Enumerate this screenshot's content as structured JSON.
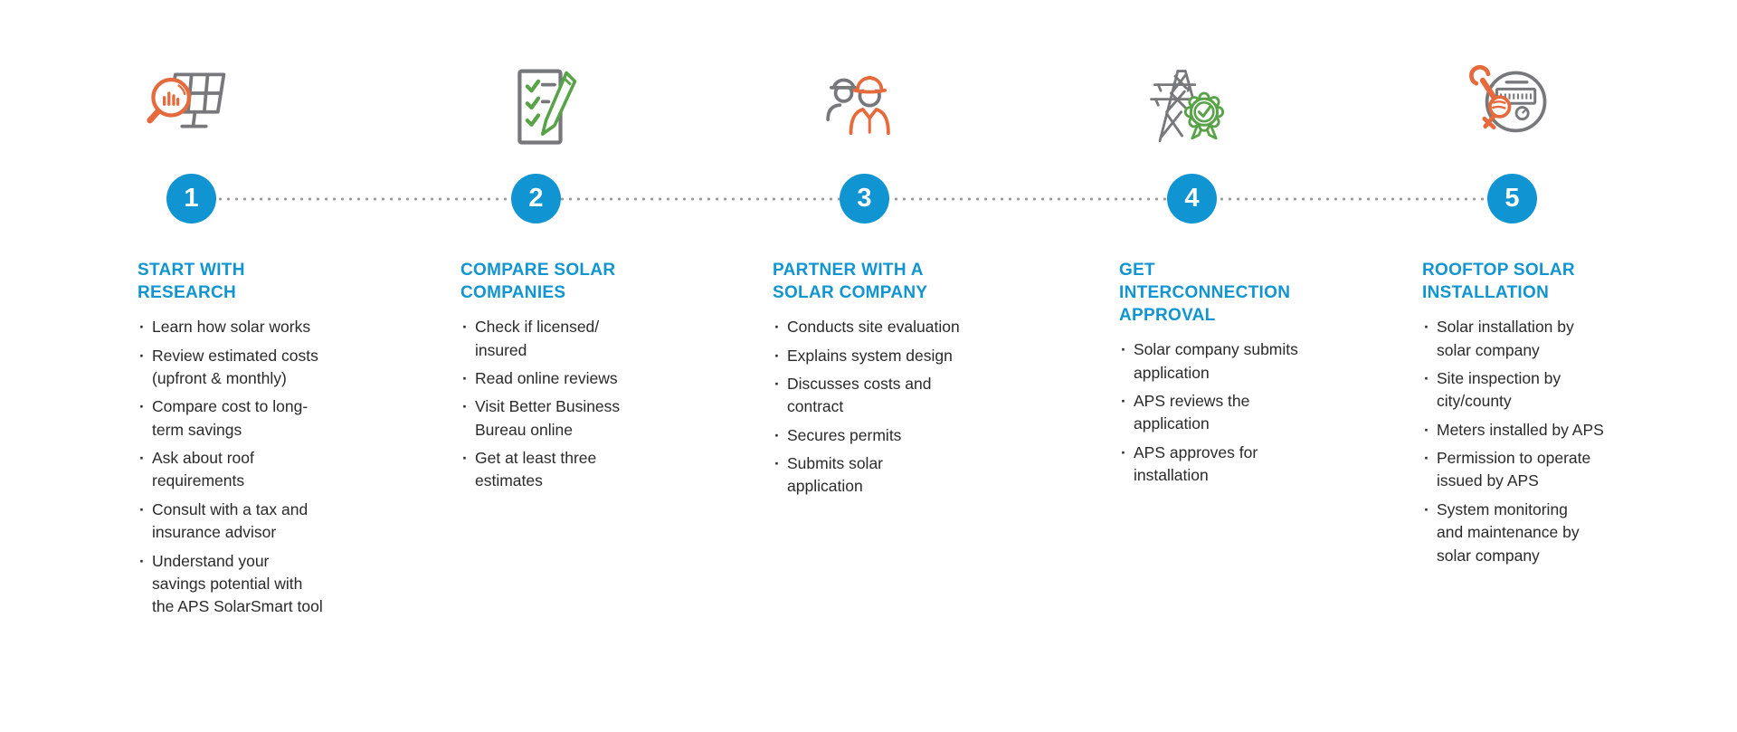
{
  "colors": {
    "accent_blue": "#1095d2",
    "accent_orange": "#E66A3C",
    "accent_green": "#58A348",
    "icon_gray": "#77787B",
    "body_text": "#2a2a2a",
    "timeline_dot": "#9b9b9b"
  },
  "steps": [
    {
      "number": "1",
      "icon": "solar-panel-research-icon",
      "title": "START WITH\nRESEARCH",
      "bullets": [
        "Learn how solar works",
        "Review estimated costs\n(upfront & monthly)",
        "Compare cost to long-\nterm savings",
        "Ask about roof\nrequirements",
        "Consult with a tax and\ninsurance advisor",
        "Understand your\nsavings potential with\nthe APS SolarSmart tool"
      ]
    },
    {
      "number": "2",
      "icon": "checklist-pencil-icon",
      "title": "COMPARE SOLAR\nCOMPANIES",
      "bullets": [
        "Check if licensed/\ninsured",
        "Read online reviews",
        "Visit Better Business\nBureau online",
        "Get at least three\nestimates"
      ]
    },
    {
      "number": "3",
      "icon": "solar-workers-icon",
      "title": "PARTNER WITH A\nSOLAR COMPANY",
      "bullets": [
        "Conducts site evaluation",
        "Explains system design",
        "Discusses costs and\ncontract",
        "Secures permits",
        "Submits solar\napplication"
      ]
    },
    {
      "number": "4",
      "icon": "power-grid-approval-icon",
      "title": "GET\nINTERCONNECTION\nAPPROVAL",
      "bullets": [
        "Solar company submits\napplication",
        "APS reviews the\napplication",
        "APS approves for\ninstallation"
      ]
    },
    {
      "number": "5",
      "icon": "meter-installation-icon",
      "title": "ROOFTOP SOLAR\nINSTALLATION",
      "bullets": [
        "Solar installation by\nsolar company",
        "Site inspection by\ncity/county",
        "Meters installed by APS",
        "Permission to operate\nissued by APS",
        "System monitoring\nand maintenance by\nsolar company"
      ]
    }
  ]
}
